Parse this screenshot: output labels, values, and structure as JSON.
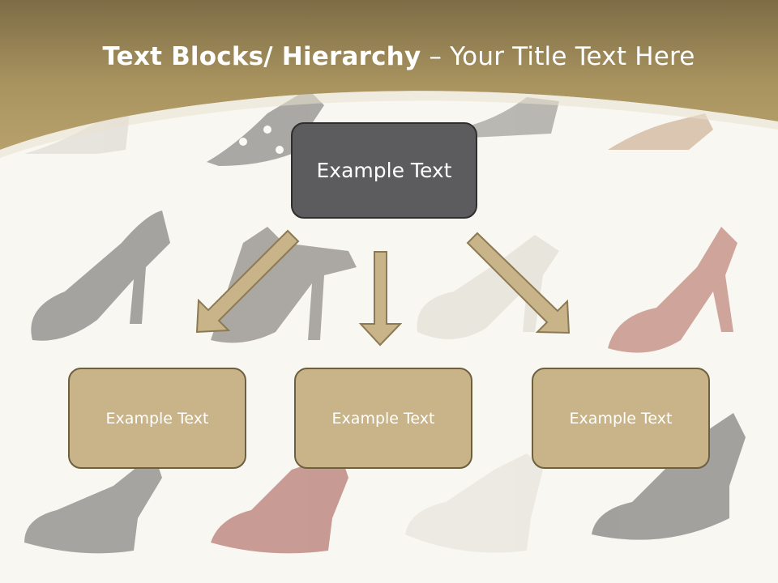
{
  "title": {
    "bold": "Text Blocks/ Hierarchy",
    "rest": " – Your Title Text Here"
  },
  "colors": {
    "header_band": "#a7925f",
    "top_box": "#5c5c5e",
    "child_box": "#c9b489",
    "arrow_fill": "#c8b488",
    "arrow_stroke": "#8c7a55"
  },
  "hierarchy": {
    "top": {
      "label": "Example Text"
    },
    "children": [
      {
        "label": "Example Text"
      },
      {
        "label": "Example Text"
      },
      {
        "label": "Example Text"
      }
    ]
  },
  "background": {
    "image": "faded shoe photographs"
  }
}
